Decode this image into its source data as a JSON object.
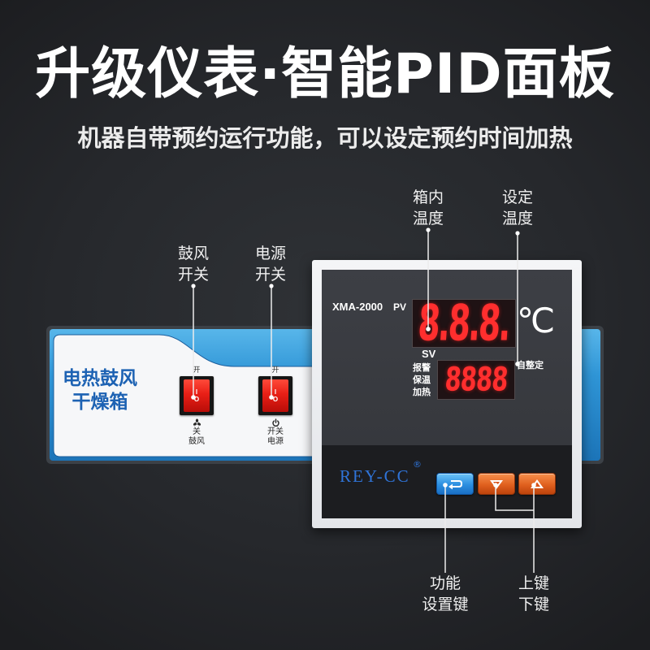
{
  "headline": "升级仪表·智能PID面板",
  "subheadline": "机器自带预约运行功能，可以设定预约时间加热",
  "callouts": {
    "chamber_temp": {
      "line1": "箱内",
      "line2": "温度"
    },
    "set_temp": {
      "line1": "设定",
      "line2": "温度"
    },
    "blower_switch": {
      "line1": "鼓风",
      "line2": "开关"
    },
    "power_switch": {
      "line1": "电源",
      "line2": "开关"
    },
    "function_key": {
      "line1": "功能",
      "line2": "设置键"
    },
    "up_down_keys": {
      "line1": "上键",
      "line2": "下键"
    }
  },
  "panel": {
    "product_name_line1": "电热鼓风",
    "product_name_line2": "干燥箱",
    "switches": [
      {
        "top_label": "开",
        "on_mark": "I",
        "off_mark": "O",
        "icon": "fan-icon",
        "bottom_line1": "关",
        "bottom_line2": "鼓风"
      },
      {
        "top_label": "开",
        "on_mark": "I",
        "off_mark": "O",
        "icon": "power-icon",
        "bottom_line1": "开关",
        "bottom_line2": "电源"
      }
    ]
  },
  "controller": {
    "model": "XMA-2000",
    "pv_label": "PV",
    "pv_display": "8.8.8.",
    "unit": "℃",
    "sv_label": "SV",
    "indicators": [
      "报警",
      "保温",
      "加热"
    ],
    "sv_display": "8888",
    "autotune_label": "自整定",
    "brand": "REY-CC",
    "brand_mark": "®",
    "keys": [
      {
        "icon": "cycle-icon",
        "color": "#2b8ee0"
      },
      {
        "icon": "down-arrow-icon",
        "color": "#e0601e"
      },
      {
        "icon": "up-arrow-icon",
        "color": "#e0601e"
      }
    ]
  },
  "colors": {
    "background": "#26282c",
    "panel_blue": "#2f95d6",
    "product_name_blue": "#1d62b3",
    "display_red": "#ff2e2e",
    "brand_blue": "#2f74d8",
    "rocker_red": "#e81f16"
  }
}
